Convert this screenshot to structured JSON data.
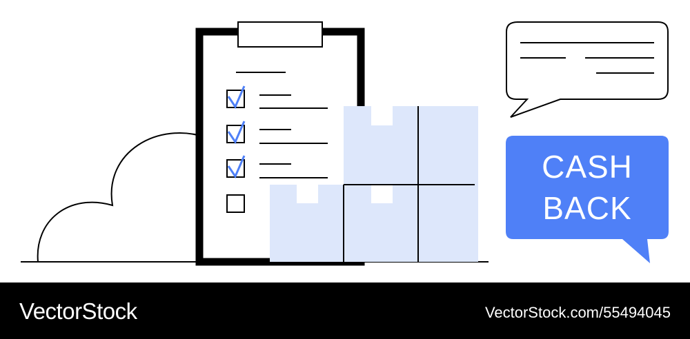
{
  "cashback": {
    "line1": "CASH",
    "line2": "BACK"
  },
  "footer": {
    "brand": "VectorStock",
    "image_id": "VectorStock.com/55494045"
  },
  "colors": {
    "accent_blue": "#4f80f7",
    "box_fill": "#dde7fb",
    "ink": "#000000",
    "footer_bg": "#000000"
  },
  "checklist": {
    "checked": [
      true,
      true,
      true,
      false
    ]
  }
}
